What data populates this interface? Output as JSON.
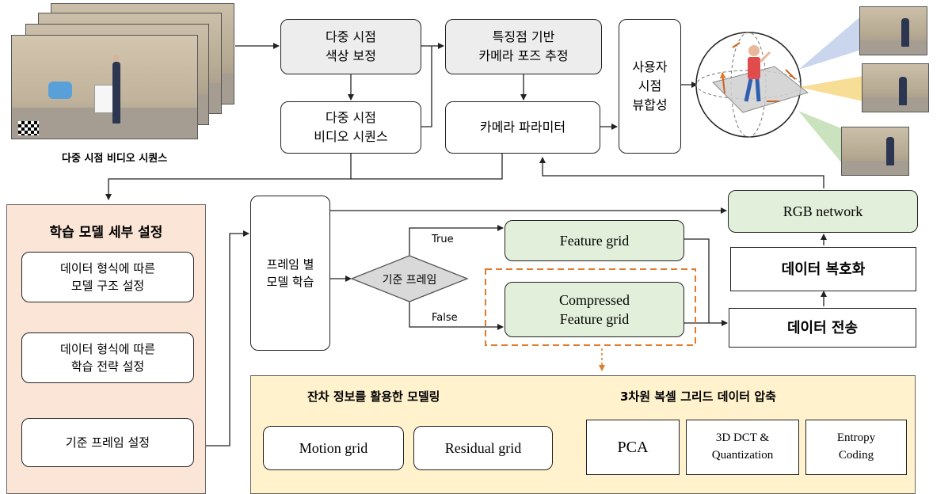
{
  "input": {
    "caption": "다중 시점 비디오 시퀀스"
  },
  "pipeline": {
    "color_correction": [
      "다중 시점",
      "색상 보정"
    ],
    "pose_estimation": [
      "특징점 기반",
      "카메라 포즈 추정"
    ],
    "video_sequence": [
      "다중 시점",
      "비디오 시퀀스"
    ],
    "camera_params": "카메라 파라미터",
    "user_view": [
      "사용자",
      "시점",
      "뷰합성"
    ]
  },
  "training_settings": {
    "title": "학습 모델 세부 설정",
    "steps": [
      [
        "데이터 형식에 따른",
        "모델 구조 설정"
      ],
      [
        "데이터 형식에 따른",
        "학습 전략 설정"
      ],
      [
        "기준 프레임 설정"
      ]
    ]
  },
  "frame_training": [
    "프레임 별",
    "모델 학습"
  ],
  "decision": {
    "label": "기준 프레임",
    "true_label": "True",
    "false_label": "False"
  },
  "feature_grid": "Feature grid",
  "compressed_grid": [
    "Compressed",
    "Feature grid"
  ],
  "rgb_network": "RGB network",
  "decoding": "데이터 복호화",
  "transmission": "데이터 전송",
  "compression_panel": {
    "residual_title": "잔차 정보를 활용한 모델링",
    "compression_title": "3차원 복셀 그리드 데이터 압축",
    "items": {
      "motion": "Motion grid",
      "residual": "Residual grid",
      "pca": "PCA",
      "dct": [
        "3D DCT &",
        "Quantization"
      ],
      "entropy": [
        "Entropy",
        "Coding"
      ]
    }
  },
  "colors": {
    "settings_bg": "#fbe5d6",
    "panel_bg": "#fff2cc",
    "green_box": "#e2efda",
    "gray_box": "#ededed",
    "dashed_orange": "#e07b2a"
  }
}
